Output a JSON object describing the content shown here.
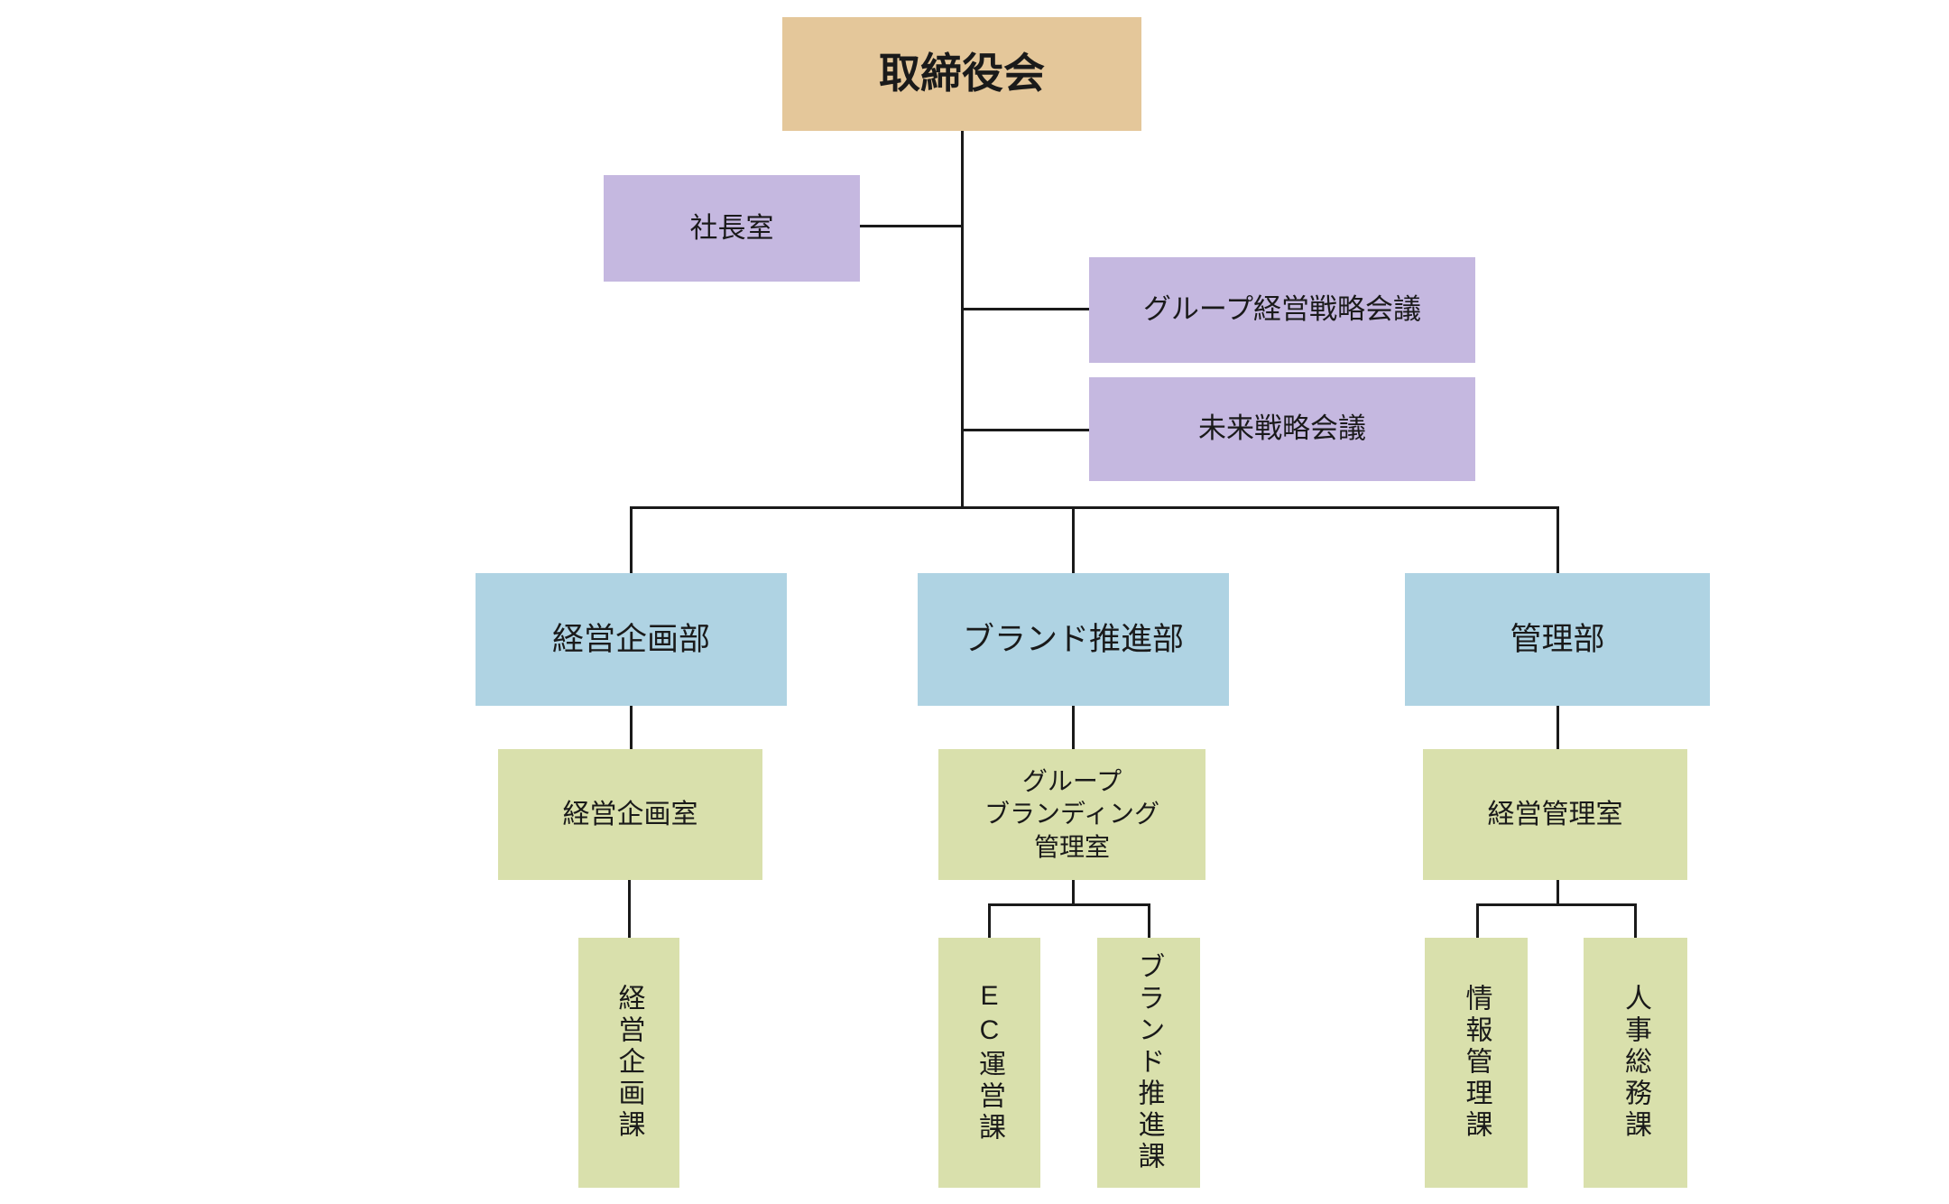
{
  "colors": {
    "board": "#E4C79A",
    "staff": "#C5B8E0",
    "department": "#AFD3E3",
    "section": "#D9E0AC",
    "line": "#1A1A1A",
    "text": "#1A1A1A"
  },
  "org_chart": {
    "board": {
      "label": "取締役会"
    },
    "staff_units": {
      "president_office": {
        "label": "社長室"
      },
      "group_strategy_meeting": {
        "label": "グループ経営戦略会議"
      },
      "future_strategy_meeting": {
        "label": "未来戦略会議"
      }
    },
    "departments": {
      "planning": {
        "label": "経営企画部"
      },
      "brand": {
        "label": "ブランド推進部"
      },
      "admin": {
        "label": "管理部"
      }
    },
    "offices": {
      "planning_office": {
        "label": "経営企画室"
      },
      "branding_office": {
        "label": "グループ\nブランディング\n管理室"
      },
      "admin_office": {
        "label": "経営管理室"
      }
    },
    "sections": {
      "planning_section": {
        "label": "経営企画課"
      },
      "ec_section": {
        "label": "EC運営課"
      },
      "brand_section": {
        "label": "ブランド推進課"
      },
      "info_section": {
        "label": "情報管理課"
      },
      "hr_section": {
        "label": "人事総務課"
      }
    }
  }
}
